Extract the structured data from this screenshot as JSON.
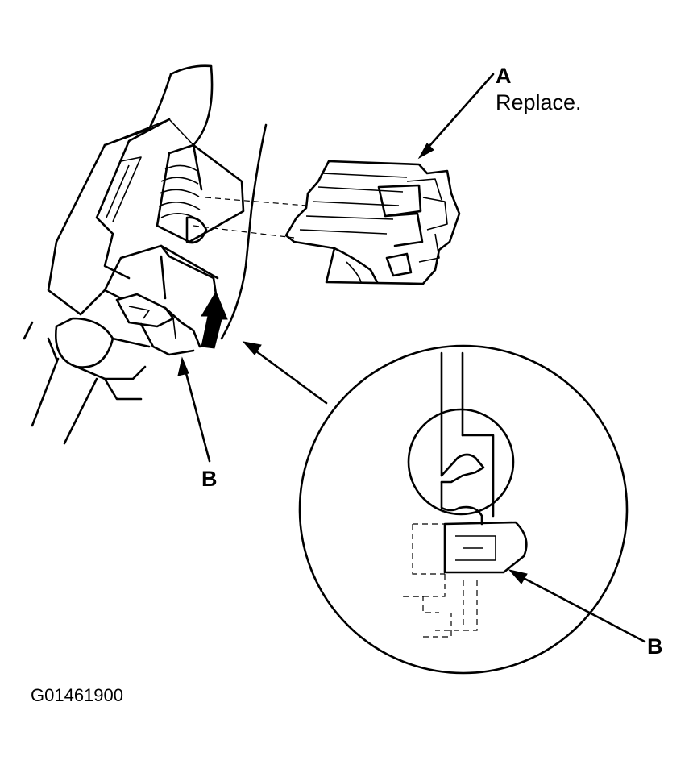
{
  "labels": {
    "a": "A",
    "a_note": "Replace.",
    "b_left": "B",
    "b_detail": "B",
    "figure_id": "G01461900"
  },
  "colors": {
    "ink": "#000000",
    "paper": "#ffffff"
  }
}
